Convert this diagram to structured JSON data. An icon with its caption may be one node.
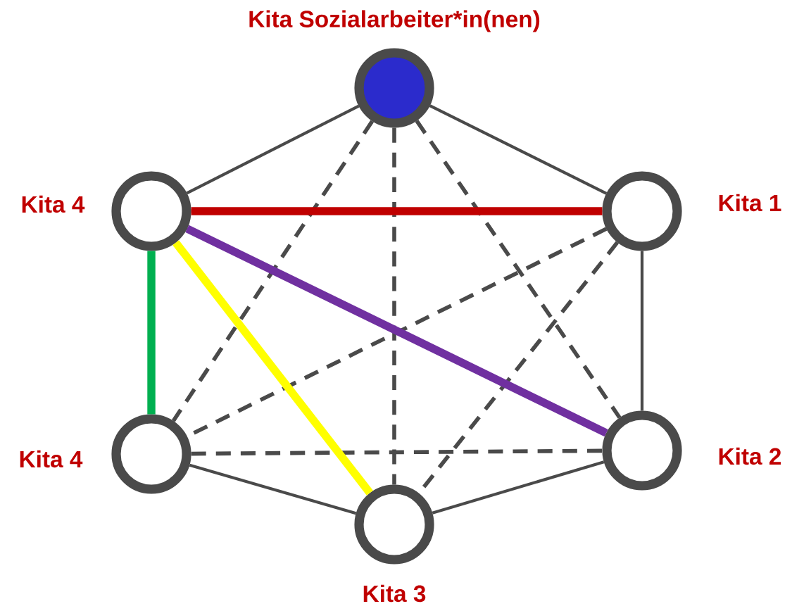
{
  "diagram": {
    "nodes": [
      {
        "text": [
          "Kita Sozialarbeiter*in(nen)"
        ]
      },
      {
        "text": [
          "Kita 4"
        ]
      },
      {
        "text": [
          "Kita 1"
        ]
      },
      {
        "text": [
          "Kita 2"
        ]
      },
      {
        "text": [
          "Kita 3"
        ]
      },
      {
        "text": [
          "Kita 4"
        ]
      }
    ],
    "edges": [
      {
        "from": 0,
        "to": 1,
        "arrow": "none"
      },
      {
        "from": 0,
        "to": 2,
        "arrow": "none"
      },
      {
        "from": 2,
        "to": 3,
        "arrow": "none"
      },
      {
        "from": 3,
        "to": 4,
        "arrow": "none"
      },
      {
        "from": 4,
        "to": 5,
        "arrow": "none"
      },
      {
        "from": 0,
        "to": 5,
        "arrow": "none",
        "style": "dashed"
      },
      {
        "from": 0,
        "to": 4,
        "arrow": "none",
        "style": "dashed"
      },
      {
        "from": 0,
        "to": 3,
        "arrow": "none",
        "style": "dashed"
      },
      {
        "from": 2,
        "to": 5,
        "arrow": "none",
        "style": "dashed"
      },
      {
        "from": 2,
        "to": 4,
        "arrow": "none",
        "style": "dashed"
      },
      {
        "from": 5,
        "to": 3,
        "arrow": "none",
        "style": "dashed"
      },
      {
        "from": 1,
        "to": 2,
        "arrow": "none",
        "style": "dashed"
      },
      {
        "from": 1,
        "to": 3,
        "arrow": "none",
        "style": "dashed"
      },
      {
        "from": 1,
        "to": 4,
        "arrow": "none",
        "style": "dashed"
      },
      {
        "from": 1,
        "to": 2,
        "arrow": "none",
        "style": "thick",
        "color": "#c00000"
      },
      {
        "from": 1,
        "to": 3,
        "arrow": "none",
        "style": "thick",
        "color": "#7030a0"
      },
      {
        "from": 1,
        "to": 4,
        "arrow": "none",
        "style": "thick",
        "color": "#ffff00"
      },
      {
        "from": 1,
        "to": 5,
        "arrow": "none",
        "style": "thick",
        "color": "#00b050"
      }
    ]
  }
}
